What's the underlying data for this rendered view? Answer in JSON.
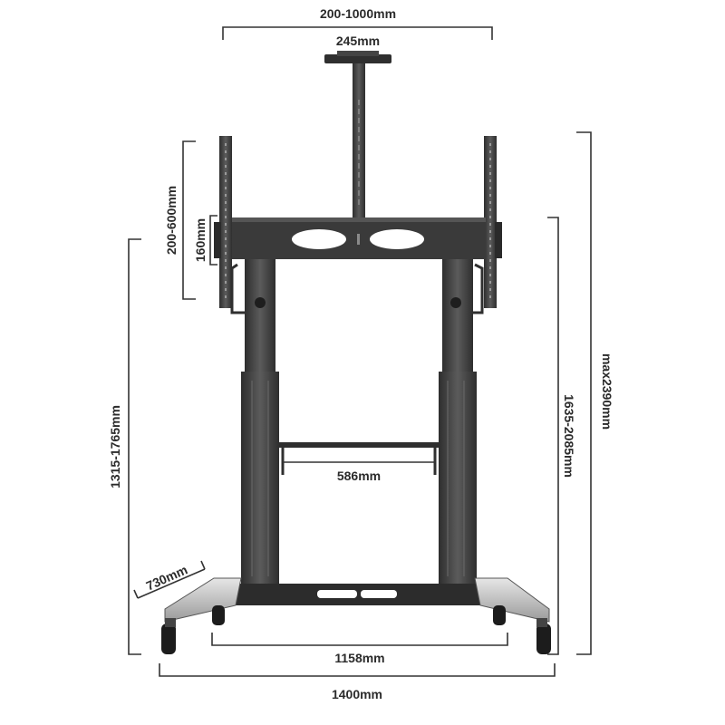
{
  "diagram": {
    "dimensions": {
      "vesa_horizontal": "200-1000mm",
      "top_shelf_width": "245mm",
      "vesa_vertical": "200-600mm",
      "bracket_height": "160mm",
      "floor_to_mount": "1315-1765mm",
      "screen_center_height": "1635-2085mm",
      "max_height": "max2390mm",
      "shelf_width": "586mm",
      "base_depth": "730mm",
      "wheelbase": "1158mm",
      "overall_width": "1400mm"
    },
    "colors": {
      "frame": "#3f3f3f",
      "frame_light": "#5a5a5a",
      "metal": "#c9c9c9",
      "dimension_line": "#333333"
    }
  }
}
